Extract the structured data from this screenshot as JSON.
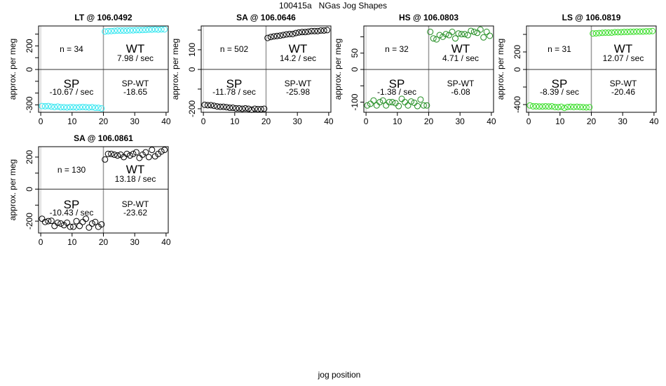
{
  "chart_data": {
    "type": "scatter",
    "title": "100415a   NGas Jog Shapes",
    "xlabel": "jog position",
    "ylabel": "approx. per meg",
    "panels": [
      {
        "title": "LT @ 106.0492",
        "color": "#33e6f0",
        "ylim": [
          -363,
          369
        ],
        "yticks": [
          -300,
          -200,
          -100,
          0,
          100,
          200,
          300
        ],
        "ylabels": [
          -300,
          0,
          200
        ],
        "n_label": "n = 34",
        "wt_label": "WT",
        "wt_rate": "7.98 / sec",
        "sp_label": "SP",
        "sp_rate": "-10.67 / sec",
        "diff_label": "SP-WT",
        "diff_value": "-18.65",
        "sp": [
          -310,
          -312,
          -310,
          -315,
          -318,
          -315,
          -320,
          -320,
          -322,
          -320,
          -320,
          -322,
          -320,
          -318,
          -320,
          -322,
          -320,
          -325,
          -325,
          -330
        ],
        "wt": [
          322,
          325,
          326,
          328,
          330,
          330,
          330,
          330,
          332,
          332,
          334,
          334,
          335,
          336,
          338,
          338,
          340,
          338,
          340,
          340
        ]
      },
      {
        "title": "SA @ 106.0646",
        "color": "#000000",
        "ylim": [
          -218,
          221
        ],
        "yticks": [
          -200,
          -100,
          0,
          100,
          200
        ],
        "ylabels": [
          -200,
          0,
          100
        ],
        "n_label": "n = 502",
        "wt_label": "WT",
        "wt_rate": "14.2 / sec",
        "sp_label": "SP",
        "sp_rate": "-11.78 / sec",
        "diff_label": "SP-WT",
        "diff_value": "-25.98",
        "sp": [
          -180,
          -182,
          -182,
          -185,
          -188,
          -190,
          -190,
          -192,
          -195,
          -195,
          -198,
          -198,
          -200,
          -198,
          -200,
          -205,
          -200,
          -202,
          -202,
          -200
        ],
        "wt": [
          160,
          165,
          168,
          170,
          172,
          175,
          178,
          180,
          180,
          185,
          188,
          190,
          190,
          192,
          195,
          195,
          195,
          198,
          198,
          200
        ]
      },
      {
        "title": "HS @ 106.0803",
        "color": "#1f8c1f",
        "ylim": [
          -131,
          133
        ],
        "yticks": [
          -100,
          -50,
          0,
          50,
          100
        ],
        "ylabels": [
          -100,
          0,
          50
        ],
        "n_label": "n = 32",
        "wt_label": "WT",
        "wt_rate": "4.71 / sec",
        "sp_label": "SP",
        "sp_rate": "-1.38 / sec",
        "diff_label": "SP-WT",
        "diff_value": "-6.08",
        "sp": [
          -110,
          -105,
          -95,
          -110,
          -100,
          -95,
          -110,
          -100,
          -100,
          -103,
          -112,
          -90,
          -100,
          -110,
          -98,
          -102,
          -112,
          -92,
          -110,
          -110
        ],
        "wt": [
          115,
          95,
          92,
          105,
          100,
          108,
          105,
          115,
          95,
          110,
          108,
          108,
          105,
          118,
          115,
          112,
          122,
          98,
          115,
          103
        ]
      },
      {
        "title": "LS @ 106.0819",
        "color": "#33dd22",
        "ylim": [
          -488,
          496
        ],
        "yticks": [
          -400,
          -200,
          0,
          200,
          400
        ],
        "ylabels": [
          -400,
          0,
          200
        ],
        "n_label": "n = 31",
        "wt_label": "WT",
        "wt_rate": "12.07 / sec",
        "sp_label": "SP",
        "sp_rate": "-8.39 / sec",
        "diff_label": "SP-WT",
        "diff_value": "-20.46",
        "sp": [
          -410,
          -420,
          -420,
          -422,
          -422,
          -420,
          -422,
          -420,
          -428,
          -430,
          -425,
          -438,
          -428,
          -425,
          -428,
          -425,
          -428,
          -430,
          -432,
          -430
        ],
        "wt": [
          410,
          412,
          415,
          418,
          420,
          420,
          420,
          425,
          425,
          425,
          428,
          428,
          430,
          430,
          432,
          432,
          432,
          435,
          435,
          438
        ]
      },
      {
        "title": "SA @ 106.0861",
        "color": "#000000",
        "ylim": [
          -274,
          265
        ],
        "yticks": [
          -200,
          -100,
          0,
          100,
          200
        ],
        "ylabels": [
          -200,
          0,
          200
        ],
        "n_label": "n = 130",
        "wt_label": "WT",
        "wt_rate": "13.18 / sec",
        "sp_label": "SP",
        "sp_rate": "-10.43 / sec",
        "diff_label": "SP-WT",
        "diff_value": "-23.62",
        "sp": [
          -185,
          -205,
          -200,
          -198,
          -230,
          -210,
          -215,
          -225,
          -210,
          -235,
          -235,
          -200,
          -230,
          -205,
          -185,
          -240,
          -215,
          -205,
          -235,
          -220
        ],
        "wt": [
          185,
          220,
          220,
          215,
          210,
          215,
          200,
          220,
          210,
          220,
          230,
          195,
          215,
          230,
          200,
          245,
          205,
          220,
          235,
          245
        ]
      }
    ],
    "xlim": [
      -0.7,
      40.7
    ],
    "xticks": [
      0,
      10,
      20,
      30,
      40
    ]
  }
}
